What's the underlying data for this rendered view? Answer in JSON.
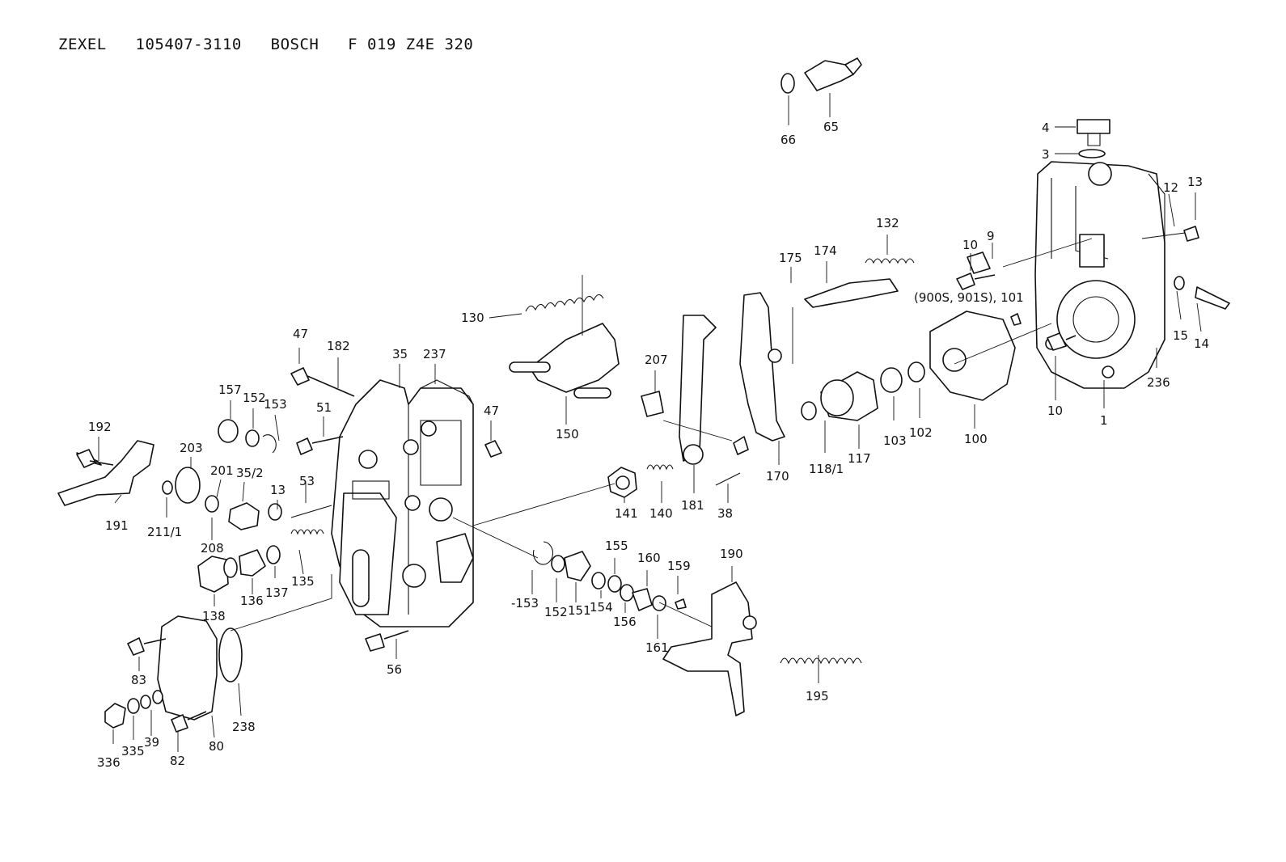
{
  "title": "ZEXEL   105407-3110   BOSCH   F 019 Z4E 320",
  "callouts": [
    "66",
    "65",
    "4",
    "3",
    "13",
    "12",
    "10",
    "9",
    "(900S, 901S), 101",
    "15",
    "14",
    "236",
    "1",
    "10",
    "132",
    "175",
    "174",
    "130",
    "150",
    "207",
    "170",
    "118/1",
    "117",
    "103",
    "102",
    "100",
    "47",
    "182",
    "35",
    "237",
    "157",
    "152",
    "153",
    "51",
    "47",
    "192",
    "203",
    "201",
    "35/2",
    "13",
    "53",
    "191",
    "211/1",
    "208",
    "141",
    "140",
    "181",
    "38",
    "138",
    "136",
    "137",
    "135",
    "-153",
    "152",
    "151",
    "154",
    "155",
    "156",
    "160",
    "161",
    "159",
    "190",
    "56",
    "83",
    "336",
    "335",
    "39",
    "82",
    "80",
    "238",
    "195"
  ]
}
